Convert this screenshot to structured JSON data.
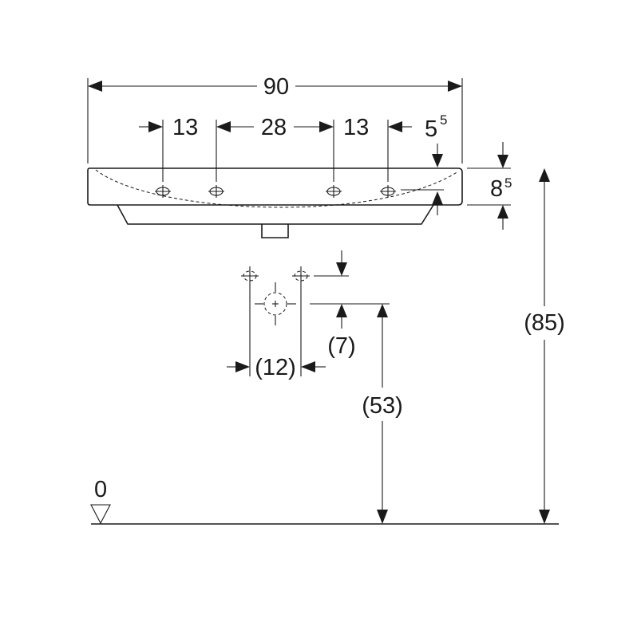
{
  "dimensions": {
    "overall_width": "90",
    "left_edge_to_hole": "13",
    "hole_spacing": "28",
    "right_hole_gap": "13",
    "right_edge_offset": "5",
    "right_edge_offset_sup": "5",
    "rim_height": "8",
    "rim_height_sup": "5",
    "waste_spacing": "(12)",
    "waste_offset": "(7)",
    "waste_height": "(53)",
    "total_height": "(85)",
    "floor_level": "0"
  }
}
